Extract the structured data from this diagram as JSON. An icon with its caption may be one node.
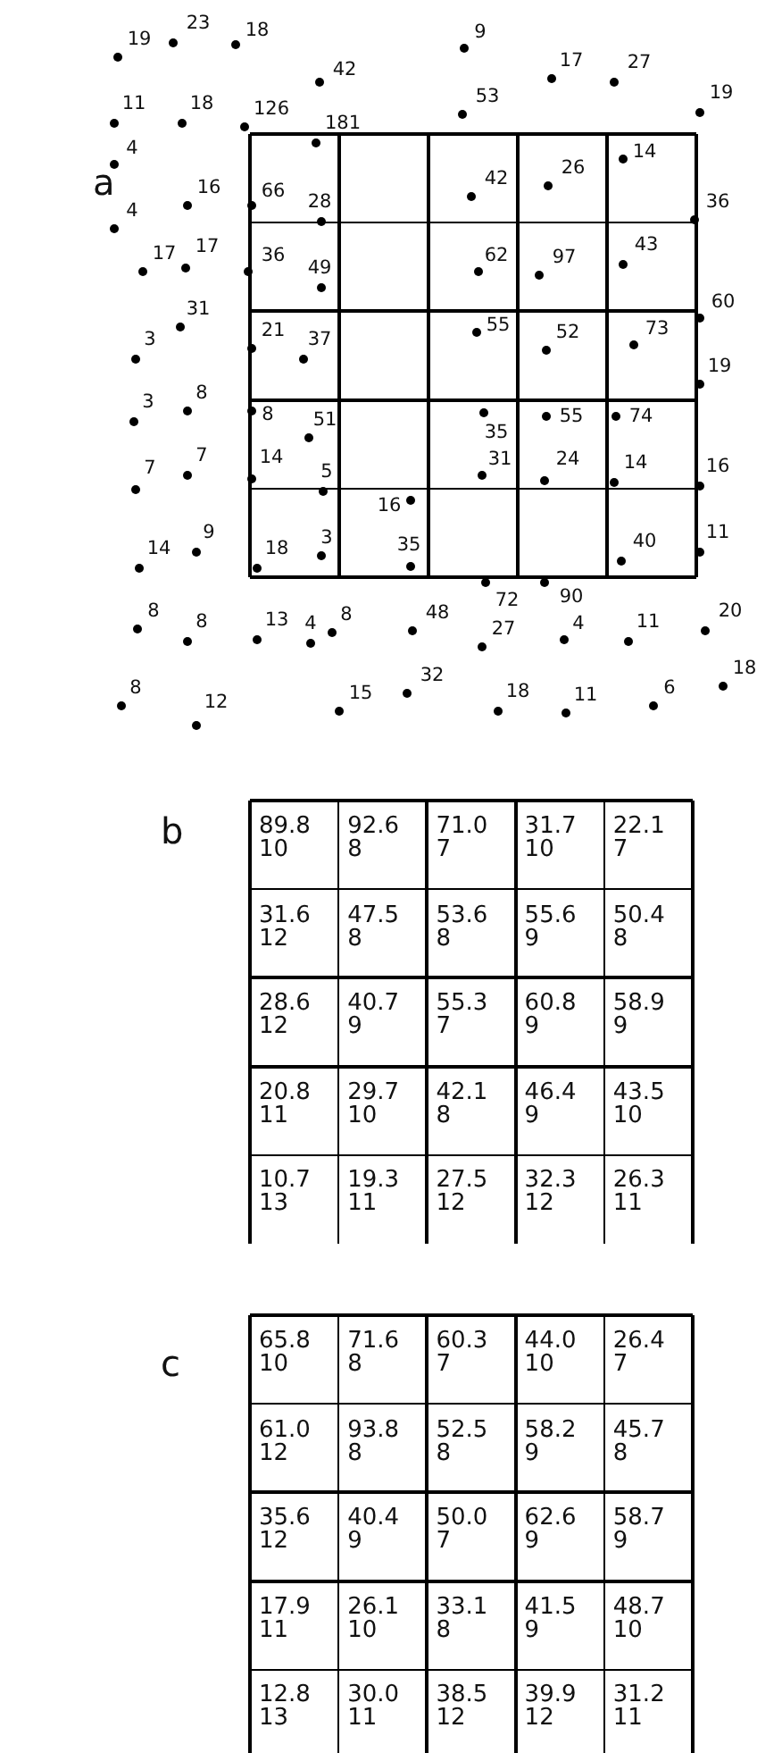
{
  "diagram": {
    "labels": [
      "a",
      "19",
      "23",
      "18",
      "9",
      "42",
      "17",
      "27",
      "11",
      "18",
      "126",
      "53",
      "19",
      "181",
      "4",
      "14",
      "42",
      "26",
      "16",
      "66",
      "28",
      "36",
      "4",
      "17",
      "17",
      "36",
      "49",
      "62",
      "97",
      "43",
      "60",
      "31",
      "3",
      "21",
      "37",
      "55",
      "52",
      "73",
      "19",
      "3",
      "8",
      "8",
      "51",
      "35",
      "55",
      "74",
      "7",
      "7",
      "14",
      "5",
      "31",
      "24",
      "14",
      "16",
      "16",
      "14",
      "9",
      "18",
      "3",
      "35",
      "40",
      "11",
      "72",
      "90",
      "8",
      "8",
      "13",
      "4",
      "8",
      "48",
      "27",
      "4",
      "11",
      "20",
      "8",
      "12",
      "15",
      "32",
      "18",
      "11",
      "6",
      "18",
      "b",
      "89.8",
      "10",
      "92.6",
      "8",
      "71.0",
      "7",
      "31.7",
      "10",
      "22.1",
      "7",
      "31.6",
      "12",
      "47.5",
      "8",
      "53.6",
      "8",
      "55.6",
      "9",
      "50.4",
      "8",
      "28.6",
      "12",
      "40.7",
      "9",
      "55.3",
      "7",
      "60.8",
      "9",
      "58.9",
      "9",
      "20.8",
      "11",
      "29.7",
      "10",
      "42.1",
      "8",
      "46.4",
      "9",
      "43.5",
      "10",
      "10.7",
      "13",
      "19.3",
      "11",
      "27.5",
      "12",
      "32.3",
      "12",
      "26.3",
      "11",
      "c",
      "65.8",
      "10",
      "71.6",
      "8",
      "60.3",
      "7",
      "44.0",
      "10",
      "26.4",
      "7",
      "61.0",
      "12",
      "93.8",
      "8",
      "52.5",
      "8",
      "58.2",
      "9",
      "45.7",
      "8",
      "35.6",
      "12",
      "40.4",
      "9",
      "50.0",
      "7",
      "62.6",
      "9",
      "58.7",
      "9",
      "17.9",
      "11",
      "26.1",
      "10",
      "33.1",
      "8",
      "41.5",
      "9",
      "48.7",
      "10",
      "12.8",
      "13",
      "30.0",
      "11",
      "38.5",
      "12",
      "39.9",
      "12",
      "31.2",
      "11"
    ]
  }
}
